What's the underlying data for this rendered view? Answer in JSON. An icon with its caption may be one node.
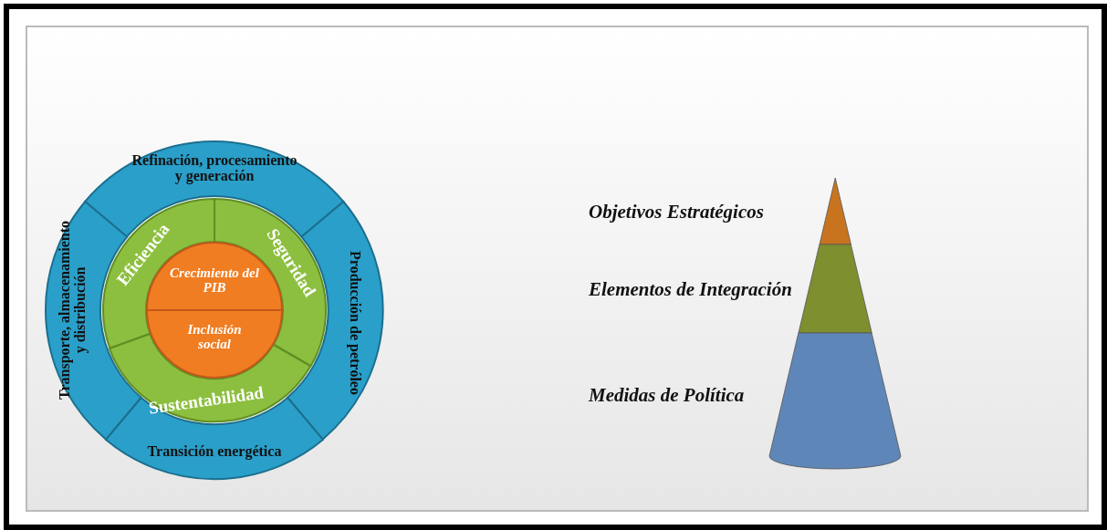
{
  "diagram": {
    "nodes": [
      {
        "text": [
          "Refinación, procesamiento y generación"
        ]
      },
      {
        "text": [
          "Producción de petróleo"
        ]
      },
      {
        "text": [
          "Transición energética"
        ]
      },
      {
        "text": [
          "Transporte, almacenamiento y distribución"
        ]
      },
      {
        "text": [
          "Eficiencia"
        ]
      },
      {
        "text": [
          "Seguridad"
        ]
      },
      {
        "text": [
          "Sustentabilidad"
        ]
      },
      {
        "text": [
          "Crecimiento del PIB"
        ]
      },
      {
        "text": [
          "Inclusión social"
        ]
      },
      {
        "text": [],
        "shape": "cone",
        "beside": [
          "Objetivos Estratégicos"
        ]
      },
      {
        "text": [],
        "shape": "cone",
        "beside": [
          "Elementos de Integración"
        ]
      },
      {
        "text": [],
        "shape": "cone",
        "beside": [
          "Medidas de Política"
        ]
      }
    ],
    "edges": []
  }
}
